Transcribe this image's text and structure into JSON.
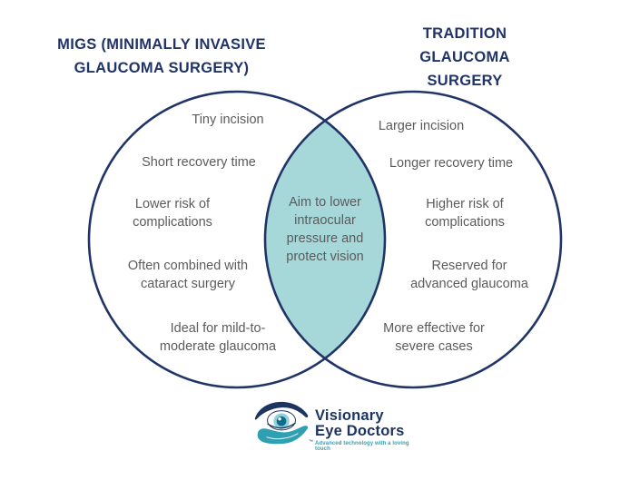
{
  "titles": {
    "left": "MIGS (MINIMALLY INVASIVE\nGLAUCOMA SURGERY)",
    "right": "TRADITION GLAUCOMA\nSURGERY"
  },
  "venn": {
    "left_items": [
      "Tiny incision",
      "Short recovery time",
      "Lower risk of\ncomplications",
      "Often combined with\ncataract surgery",
      "Ideal for mild-to-\nmoderate glaucoma"
    ],
    "center_item": "Aim to lower\nintraocular\npressure and\nprotect vision",
    "right_items": [
      "Larger incision",
      "Longer recovery time",
      "Higher risk of\ncomplications",
      "Reserved for\nadvanced glaucoma",
      "More effective for\nsevere cases"
    ]
  },
  "colors": {
    "navy": "#203468",
    "overlap_fill": "#a6d8da",
    "label_text": "#5b5b5b",
    "logo_navy": "#1d3461",
    "logo_teal": "#2f9fb2",
    "iris_light": "#8ed1dd",
    "pupil_dark": "#0f6d89"
  },
  "logo": {
    "name": "Visionary\nEye Doctors",
    "tagline": "Advanced technology with a loving touch",
    "trademark": "™"
  }
}
